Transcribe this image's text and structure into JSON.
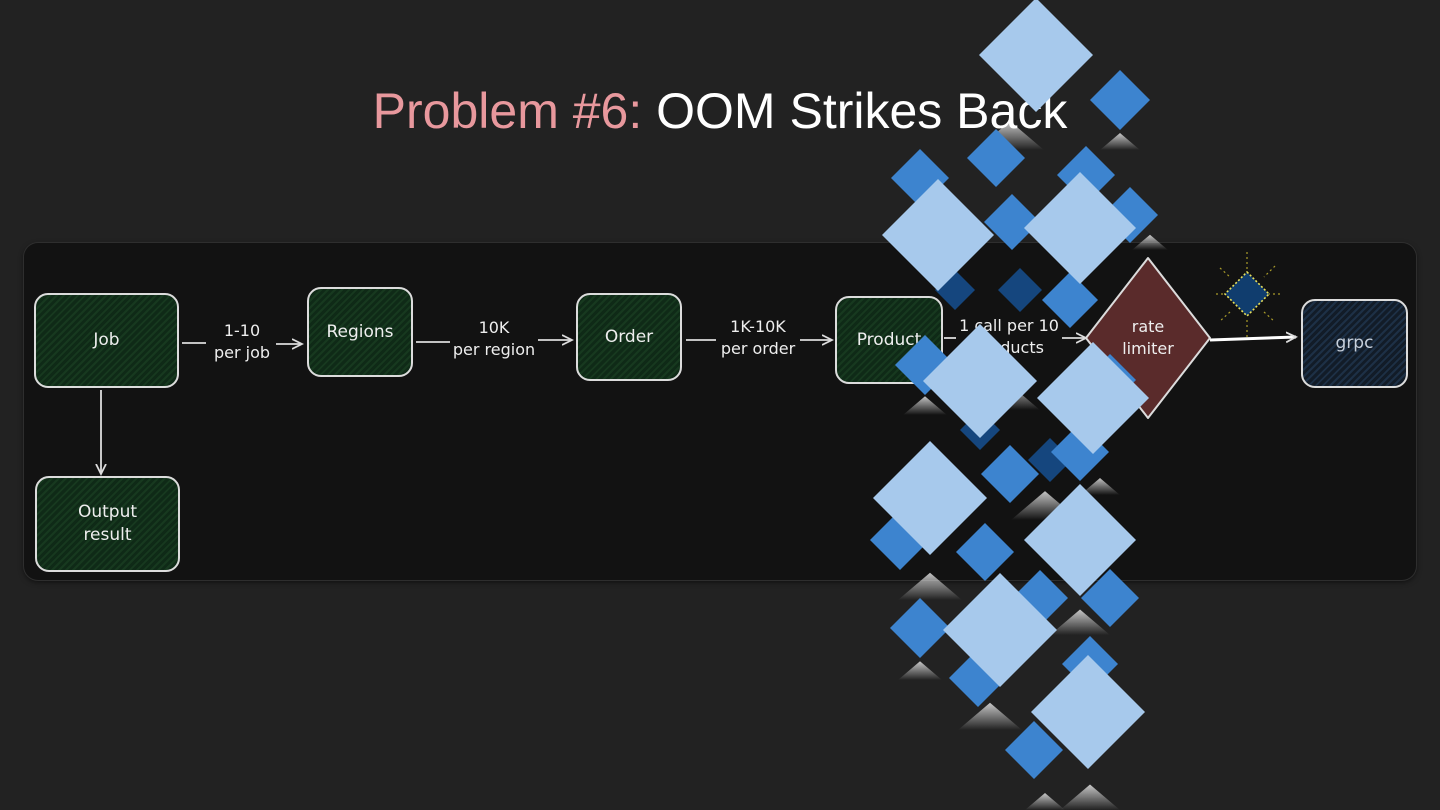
{
  "title": {
    "prefix": "Problem #6: ",
    "rest": "OOM Strikes Back"
  },
  "nodes": {
    "job": "Job",
    "regions": "Regions",
    "order": "Order",
    "product": "Product",
    "rate_limiter": "rate\nlimiter",
    "grpc": "grpc",
    "output": "Output\nresult"
  },
  "edges": {
    "job_regions": "1-10\nper job",
    "regions_order": "10K\nper region",
    "order_product": "1K-10K\nper order",
    "product_limiter": "1 call per 10\nproducts"
  },
  "colors": {
    "title_prefix": "#e8989d",
    "title_rest": "#ffffff",
    "rate_limiter_fill": "#5a2b2b",
    "diamond_light": "#a7c9ec",
    "diamond_mid": "#3d84cf",
    "diamond_dark": "#15467e"
  }
}
